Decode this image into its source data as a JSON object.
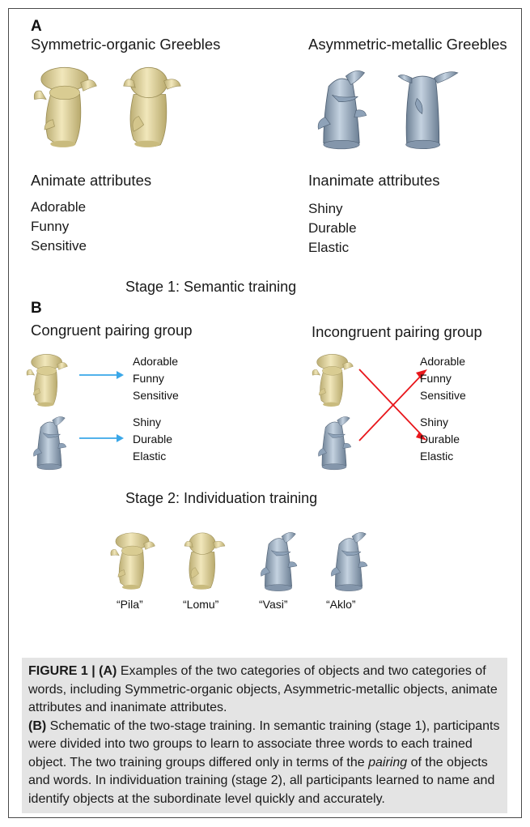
{
  "panel_a": {
    "letter": "A",
    "left_title": "Symmetric-organic Greebles",
    "right_title": "Asymmetric-metallic Greebles",
    "left_attr_title": "Animate attributes",
    "left_attrs": [
      "Adorable",
      "Funny",
      "Sensitive"
    ],
    "right_attr_title": "Inanimate attributes",
    "right_attrs": [
      "Shiny",
      "Durable",
      "Elastic"
    ]
  },
  "stage1": {
    "title": "Stage 1: Semantic training",
    "letter": "B",
    "left_group": "Congruent pairing group",
    "right_group": "Incongruent pairing group",
    "animate_words": [
      "Adorable",
      "Funny",
      "Sensitive"
    ],
    "inanimate_words": [
      "Shiny",
      "Durable",
      "Elastic"
    ]
  },
  "stage2": {
    "title": "Stage 2: Individuation training",
    "names": [
      "“Pila”",
      "“Lomu”",
      "“Vasi”",
      "“Aklo”"
    ]
  },
  "caption": {
    "label": "FIGURE 1 |",
    "a_marker": "(A)",
    "a_text": "Examples of the two categories of objects and two categories of words, including Symmetric-organic objects, Asymmetric-metallic objects, animate attributes and inanimate attributes.",
    "b_marker": "(B)",
    "b_text_1": "Schematic of the two-stage training. In semantic training (stage 1), participants were divided into two groups to learn to associate three words to each trained object. The two training groups differed only in terms of the",
    "b_italic": "pairing",
    "b_text_2": "of the objects and words. In individuation training (stage 2), all participants learned to name and identify objects at the subordinate level quickly and accurately."
  },
  "colors": {
    "organic_fill": "#e8dca6",
    "metallic_fill": "#a7b9cc",
    "congruent_arrow": "#3aa7e8",
    "incongruent_arrow": "#e8161b",
    "caption_bg": "#e4e4e4"
  },
  "icons": [
    "symmetric-organic-greeble-icon",
    "asymmetric-metallic-greeble-icon"
  ]
}
